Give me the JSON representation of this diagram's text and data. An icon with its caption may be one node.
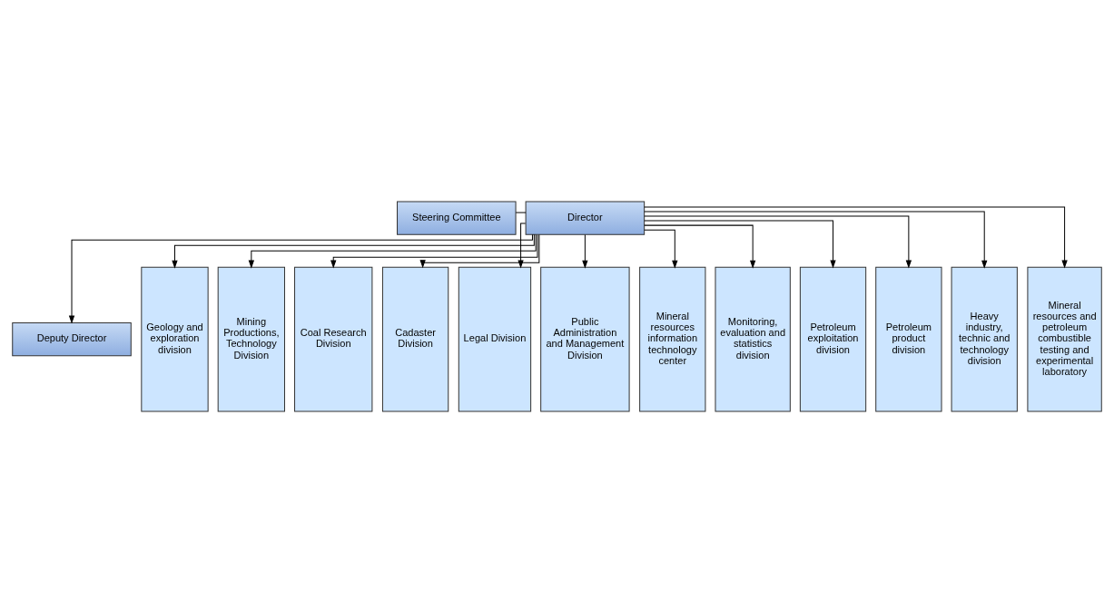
{
  "diagram": {
    "nodes": [
      {
        "text": [
          "Steering Committee"
        ]
      },
      {
        "text": [
          "Director"
        ]
      },
      {
        "text": [
          "Deputy Director"
        ]
      },
      {
        "text": [
          "Geology and exploration division"
        ]
      },
      {
        "text": [
          "Mining Productions, Technology Division"
        ]
      },
      {
        "text": [
          "Coal Research Division"
        ]
      },
      {
        "text": [
          "Cadaster Division"
        ]
      },
      {
        "text": [
          "Legal Division"
        ]
      },
      {
        "text": [
          "Public Administration and Management Division"
        ]
      },
      {
        "text": [
          "Mineral resources information technology center"
        ]
      },
      {
        "text": [
          "Monitoring, evaluation and statistics division"
        ]
      },
      {
        "text": [
          "Petroleum exploitation division"
        ]
      },
      {
        "text": [
          "Petroleum product division"
        ]
      },
      {
        "text": [
          "Heavy industry, technic and technology division"
        ]
      },
      {
        "text": [
          "Mineral resources and petroleum combustible testing and experimental laboratory"
        ]
      }
    ],
    "edges": [
      {
        "from": 0,
        "to": 1,
        "arrow": "none"
      },
      {
        "from": 1,
        "to": 2,
        "arrow": "to"
      },
      {
        "from": 1,
        "to": 3,
        "arrow": "to"
      },
      {
        "from": 1,
        "to": 4,
        "arrow": "to"
      },
      {
        "from": 1,
        "to": 5,
        "arrow": "to"
      },
      {
        "from": 1,
        "to": 6,
        "arrow": "to"
      },
      {
        "from": 1,
        "to": 7,
        "arrow": "to"
      },
      {
        "from": 1,
        "to": 8,
        "arrow": "to"
      },
      {
        "from": 1,
        "to": 9,
        "arrow": "to"
      },
      {
        "from": 1,
        "to": 10,
        "arrow": "to"
      },
      {
        "from": 1,
        "to": 11,
        "arrow": "to"
      },
      {
        "from": 1,
        "to": 12,
        "arrow": "to"
      },
      {
        "from": 1,
        "to": 13,
        "arrow": "to"
      },
      {
        "from": 1,
        "to": 14,
        "arrow": "to"
      }
    ]
  }
}
